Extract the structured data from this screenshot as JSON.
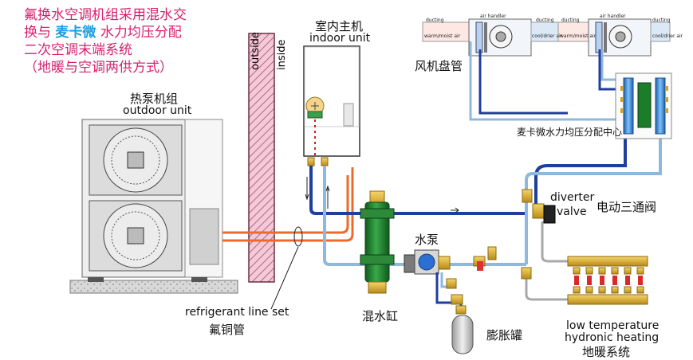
{
  "title": {
    "line1": "氟换水空调机组采用混水交",
    "line2a": "换与",
    "line2_brand": "麦卡微",
    "line2b": "水力均压分配",
    "line3": "二次空调末端系统",
    "line4": "（地暖与空调两供方式）"
  },
  "wall": {
    "outside": "outside",
    "inside": "inside"
  },
  "indoor_unit": {
    "cn": "室内主机",
    "en": "indoor unit"
  },
  "outdoor_unit": {
    "cn": "热泵机组",
    "en": "outdoor unit"
  },
  "fan_coil": {
    "label": "风机盘管",
    "ducting_left": "ducting",
    "air_handler": "air handler",
    "ducting_right": "ducting",
    "warm_air": "warm/moist air",
    "cool_air": "cool/drier air"
  },
  "manifold_center": "麦卡微水力均压分配中心",
  "diverter": {
    "en1": "diverter",
    "en2": "valve",
    "cn": "电动三通阀"
  },
  "pump": "水泵",
  "mixing_tank": "混水缸",
  "expansion_tank": "膨胀罐",
  "refrigerant": {
    "en": "refrigerant line set",
    "cn": "氟铜管"
  },
  "floor_heating": {
    "en1": "low temperature",
    "en2": "hydronic heating",
    "cn": "地暖系统"
  },
  "colors": {
    "title": "#d6206f",
    "brand": "#1aa0e0",
    "supply": "#1f3f9e",
    "return": "#8fb8dc",
    "refrigerant": "#ef6a2a",
    "tank": "#1b7d2a"
  }
}
